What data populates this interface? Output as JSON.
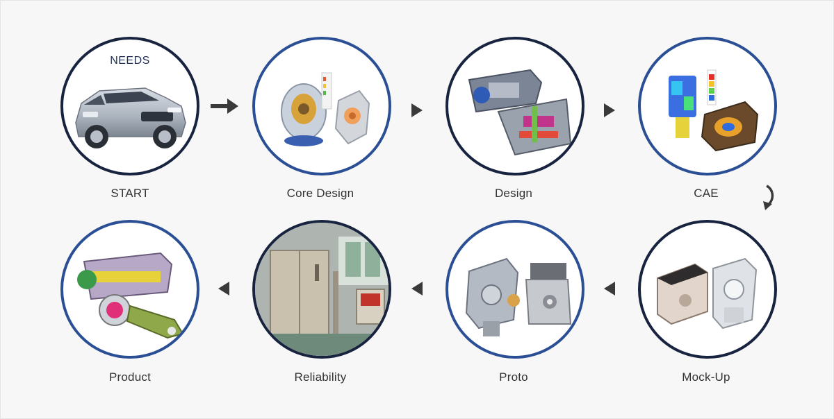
{
  "needs_label": "NEEDS",
  "steps": [
    {
      "id": "start",
      "label": "START"
    },
    {
      "id": "core-design",
      "label": "Core Design"
    },
    {
      "id": "design",
      "label": "Design"
    },
    {
      "id": "cae",
      "label": "CAE"
    },
    {
      "id": "mock-up",
      "label": "Mock-Up"
    },
    {
      "id": "proto",
      "label": "Proto"
    },
    {
      "id": "reliability",
      "label": "Reliability"
    },
    {
      "id": "product",
      "label": "Product"
    }
  ],
  "colors": {
    "ring_dark": "#17233f",
    "ring_blue": "#2b4f95",
    "arrow": "#3a3a3a",
    "label": "#333333"
  }
}
